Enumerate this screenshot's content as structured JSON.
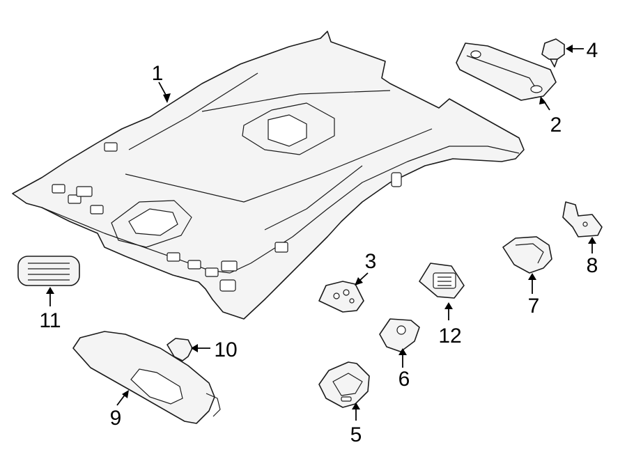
{
  "callouts": [
    {
      "id": "headliner",
      "label": "1"
    },
    {
      "id": "sunvisor-holder",
      "label": "2"
    },
    {
      "id": "clip-bracket",
      "label": "3"
    },
    {
      "id": "push-clip",
      "label": "4"
    },
    {
      "id": "bracket-plate",
      "label": "5"
    },
    {
      "id": "mount-clip",
      "label": "6"
    },
    {
      "id": "latch-bracket",
      "label": "7"
    },
    {
      "id": "small-bracket",
      "label": "8"
    },
    {
      "id": "sun-visor",
      "label": "9"
    },
    {
      "id": "visor-clip",
      "label": "10"
    },
    {
      "id": "vent-grille",
      "label": "11"
    },
    {
      "id": "dome-lamp",
      "label": "12"
    }
  ],
  "colors": {
    "line": "#1a1a1a",
    "part_fill": "#f4f4f4",
    "background": "#ffffff"
  }
}
